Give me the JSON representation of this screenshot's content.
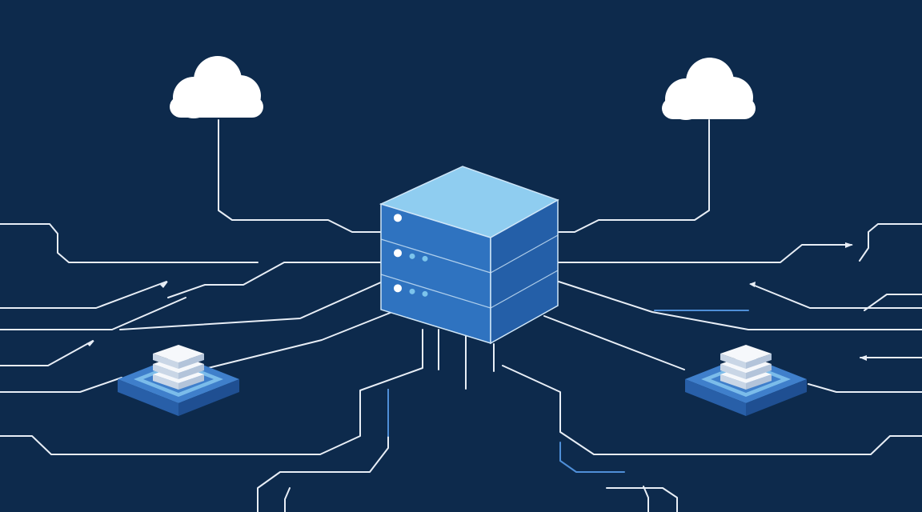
{
  "colors": {
    "background": "#0d2a4c",
    "wire": "#e8eef6",
    "wire_accent": "#4f8fd8",
    "server_top": "#8fcdf0",
    "server_front": "#2f73c0",
    "server_side": "#245fa8",
    "server_edge": "#cfe6f8",
    "led": "#ffffff",
    "led_secondary": "#7cc4ec",
    "pad_top": "#3f7fcb",
    "pad_inner": "#7bbcea",
    "pad_front": "#285fa8",
    "pad_side": "#1f4f92",
    "disk_light": "#f6f8fb",
    "disk_shade": "#c9d6e6",
    "cloud": "#ffffff"
  },
  "nodes": [
    {
      "id": "cloud-left",
      "kind": "cloud",
      "icon": "cloud-icon"
    },
    {
      "id": "cloud-right",
      "kind": "cloud",
      "icon": "cloud-icon"
    },
    {
      "id": "central-server",
      "kind": "server",
      "icon": "server-icon",
      "indicator_rows": 3
    },
    {
      "id": "storage-left",
      "kind": "storage",
      "icon": "database-icon"
    },
    {
      "id": "storage-right",
      "kind": "storage",
      "icon": "database-icon"
    }
  ]
}
